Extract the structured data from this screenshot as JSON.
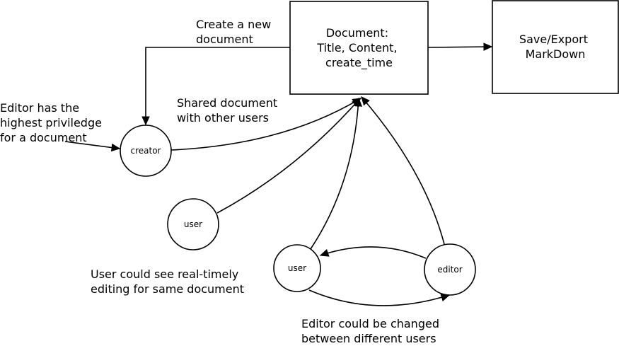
{
  "boxes": {
    "document": {
      "lines": [
        "Document:",
        "Title, Content,",
        "create_time"
      ]
    },
    "save_export": {
      "lines": [
        "Save/Export",
        "MarkDown"
      ]
    }
  },
  "nodes": {
    "creator": "creator",
    "user_left": "user",
    "user_bottom": "user",
    "editor": "editor"
  },
  "annotations": {
    "create_new": [
      "Create a new",
      "document"
    ],
    "editor_privilege": [
      "Editor has the",
      "highest priviledge",
      "for a document"
    ],
    "shared_document": [
      "Shared document",
      "with other users"
    ],
    "realtime_editing": [
      "User could see real-timely",
      "editing for same document"
    ],
    "editor_changed": [
      "Editor could be changed",
      "between different users"
    ]
  }
}
